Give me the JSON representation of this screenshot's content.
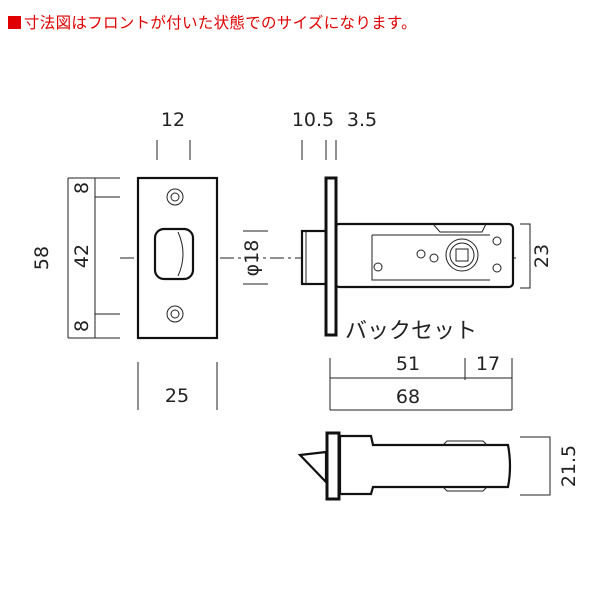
{
  "note": "寸法図はフロントが付いた状態でのサイズになります。",
  "colors": {
    "note": "#e00000",
    "line": "#222222"
  },
  "dimensions": {
    "front_width_top": "12",
    "total_height": "58",
    "top_margin": "8",
    "middle": "42",
    "bottom_margin": "8",
    "front_width": "25",
    "diameter": "φ18",
    "spindle_depth": "10.5",
    "plate_thickness": "3.5",
    "case_height": "23",
    "backset_label": "バックセット",
    "backset": "51",
    "tail": "17",
    "total_length": "68",
    "case_thickness": "21.5"
  }
}
